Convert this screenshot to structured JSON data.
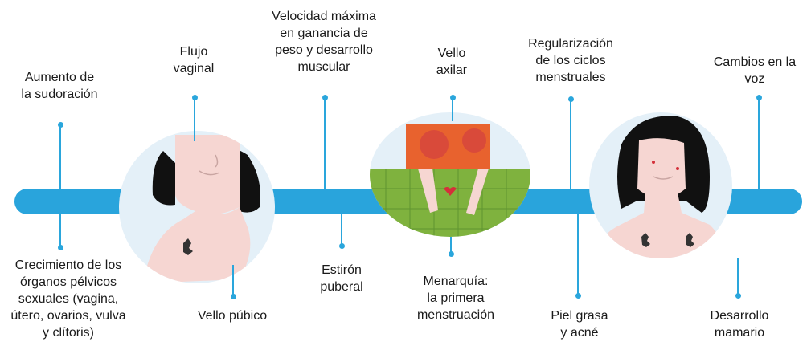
{
  "colors": {
    "bar": "#29a4dc",
    "bubble": "#e4f0f8",
    "skin": "#f6d6d2",
    "hair": "#111111"
  },
  "icons": [
    "girl-portrait-icon",
    "torso-shirt-icon",
    "woman-portrait-icon"
  ],
  "labels": {
    "sudoracion": "Aumento de\nla sudoración",
    "flujo": "Flujo\nvaginal",
    "velocidad": "Velocidad máxima\nen ganancia de\npeso y desarrollo\nmuscular",
    "vello_axilar": "Vello\naxilar",
    "regularizacion": "Regularización\nde los ciclos\nmenstruales",
    "voz": "Cambios en la\nvoz",
    "crecimiento": "Crecimiento de los\nórganos pélvicos\nsexuales (vagina,\nútero, ovarios, vulva\ny clítoris)",
    "vello_pubico": "Vello púbico",
    "estiron": "Estirón\npuberal",
    "menarquia": "Menarquía:\nla primera\nmenstruación",
    "piel": "Piel grasa\ny acné",
    "mamario": "Desarrollo\nmamario"
  }
}
